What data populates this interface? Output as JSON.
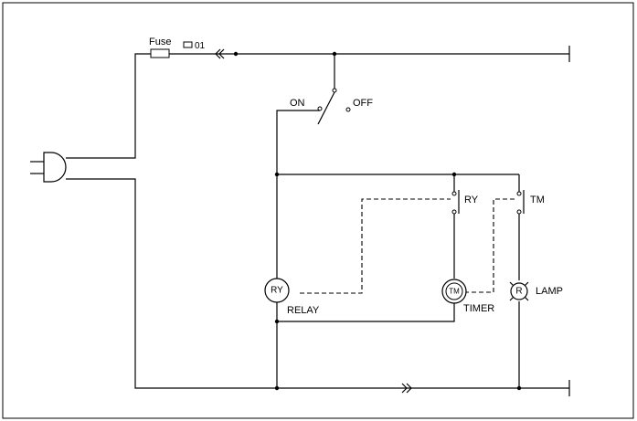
{
  "labels": {
    "fuse": "Fuse",
    "fuse_id": "01",
    "on": "ON",
    "off": "OFF",
    "relay_contact": "RY",
    "timer_contact": "TM",
    "relay_symbol": "RY",
    "relay_name": "RELAY",
    "timer_symbol": "TM",
    "timer_name": "TIMER",
    "lamp_symbol": "R",
    "lamp_name": "LAMP"
  }
}
